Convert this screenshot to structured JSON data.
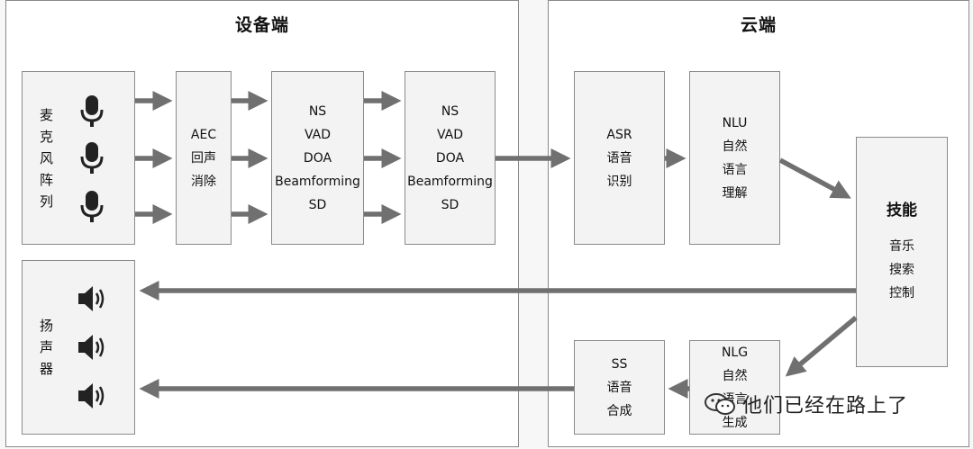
{
  "device": {
    "title": "设备端",
    "mic_array_label": [
      "麦",
      "克",
      "风",
      "阵",
      "列"
    ],
    "speaker_label": [
      "扬",
      "声",
      "器"
    ],
    "aec_lines": [
      "AEC",
      "回声",
      "消除"
    ],
    "proc1_lines": [
      "NS",
      "VAD",
      "DOA",
      "Beamforming",
      "SD"
    ],
    "proc2_lines": [
      "NS",
      "VAD",
      "DOA",
      "Beamforming",
      "SD"
    ]
  },
  "cloud": {
    "title": "云端",
    "asr_lines": [
      "ASR",
      "语音",
      "识别"
    ],
    "nlu_lines": [
      "NLU",
      "自然",
      "语言",
      "理解"
    ],
    "skills_title": "技能",
    "skills_lines": [
      "音乐",
      "搜索",
      "控制"
    ],
    "nlg_lines": [
      "NLG",
      "自然",
      "语言",
      "生成"
    ],
    "ss_lines": [
      "SS",
      "语音",
      "合成"
    ]
  },
  "watermark": {
    "text": "他们已经在路上了",
    "icon": "wechat-icon"
  },
  "colors": {
    "arrow": "#707070",
    "border": "#8a8a8a",
    "box_fill": "#f3f3f3",
    "panel_fill": "#ffffff"
  },
  "icons": {
    "mic": "microphone-icon",
    "speaker": "speaker-icon"
  }
}
